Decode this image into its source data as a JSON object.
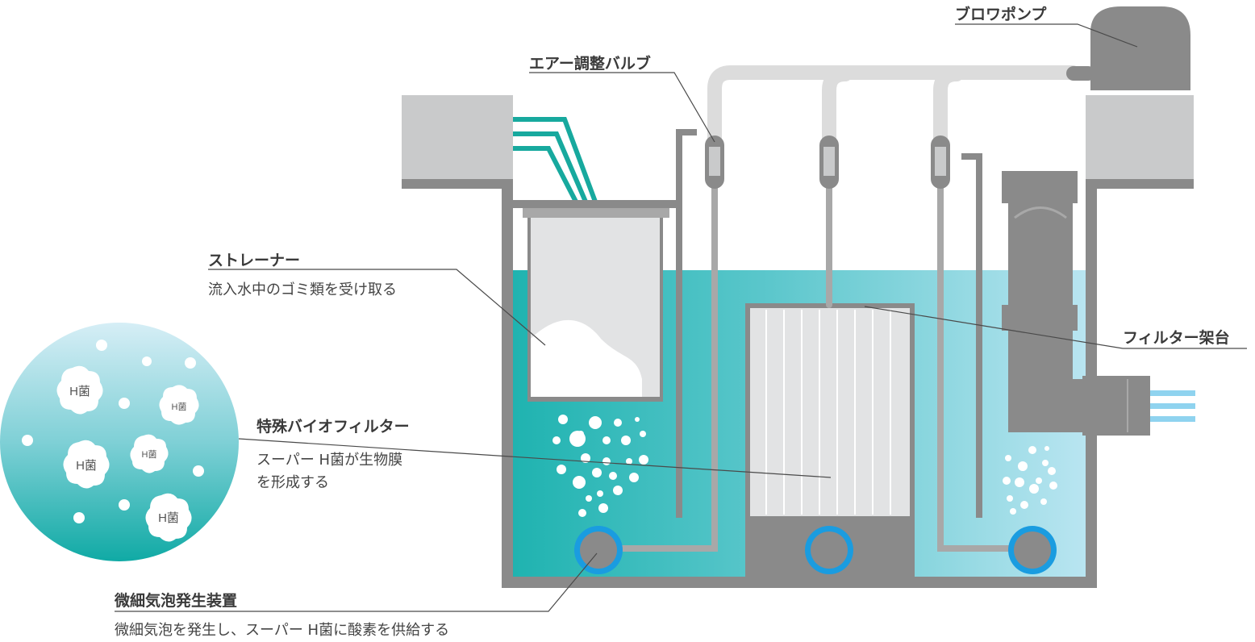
{
  "labels": {
    "blower_pump": "ブロワポンプ",
    "air_valve": "エアー調整バルブ",
    "strainer_title": "ストレーナー",
    "strainer_desc": "流入水中のゴミ類を受け取る",
    "filter_stand": "フィルター架台",
    "bio_filter_title": "特殊バイオフィルター",
    "bio_filter_desc_line1": "スーパー H菌が生物膜",
    "bio_filter_desc_line2": "を形成する",
    "micro_bubble_title": "微細気泡発生装置",
    "micro_bubble_desc": "微細気泡を発生し、スーパー H菌に酸素を供給する"
  },
  "bacteria_labels": [
    "H菌",
    "H菌",
    "H菌",
    "H菌",
    "H菌"
  ],
  "colors": {
    "tank_gray": "#8a8a8a",
    "light_gray": "#c9cacb",
    "pipe_gray": "#a8a8a8",
    "water_dark": "#1fb3b0",
    "water_light": "#b7e4f0",
    "diffuser_blue": "#1a9ce0",
    "teal_pipe": "#17a99e",
    "outlet_blue": "#8fd3ef",
    "text": "#3a3a3a"
  }
}
